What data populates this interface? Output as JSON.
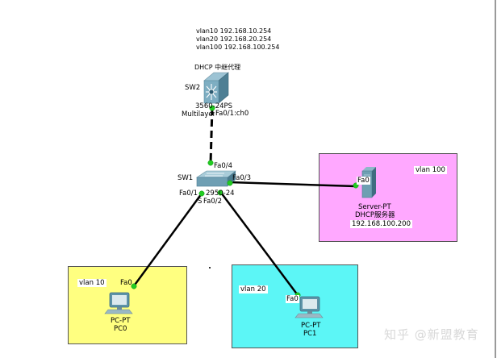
{
  "notes": {
    "vlan_ips": [
      "vlan10 192.168.10.254",
      "vlan20 192.168.20.254",
      "vlan100 192.168.100.254"
    ],
    "dhcp_relay": "DHCP 中继代理"
  },
  "devices": {
    "sw2": {
      "name": "SW2",
      "model": "3560-24PS",
      "type": "Multilayer",
      "port": "Fa0/1",
      "channel": "ch0"
    },
    "sw1": {
      "name": "SW1",
      "model": "2950-24",
      "ports": {
        "up": "Fa0/4",
        "server": "Fa0/3",
        "pc0": "Fa0/1",
        "pc1": "Fa0/2",
        "partial": "S"
      }
    },
    "server": {
      "port": "Fa0",
      "type": "Server-PT",
      "name": "DHCP服务器",
      "ip": "192.168.100.200"
    },
    "pc0": {
      "port": "Fa0",
      "type": "PC-PT",
      "name": "PC0"
    },
    "pc1": {
      "port": "Fa0",
      "type": "PC-PT",
      "name": "PC1"
    }
  },
  "areas": {
    "vlan10": {
      "label": "vlan 10",
      "color": "#ffff80"
    },
    "vlan20": {
      "label": "vlan 20",
      "color": "#5cf6f6"
    },
    "vlan100": {
      "label": "vlan 100",
      "color": "#ffa8ff"
    }
  },
  "colors": {
    "link": "#000000",
    "port_up": "#22cc22"
  },
  "watermark": "知乎 @新盟教育"
}
